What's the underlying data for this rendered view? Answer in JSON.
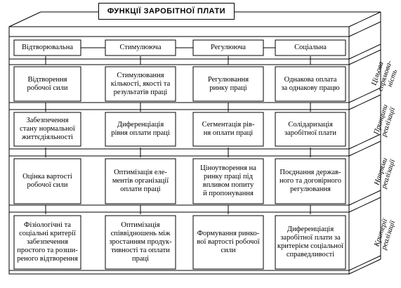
{
  "title": "ФУНКЦІЇ ЗАРОБІТНОЇ ПЛАТИ",
  "functions": [
    "Відтворювальна",
    "Стимулююча",
    "Регулююча",
    "Соціальна"
  ],
  "rows": [
    {
      "side_label": [
        "Цільова",
        "спрямова-",
        "ність"
      ],
      "cells": [
        [
          "Відтворення",
          "робочої сили"
        ],
        [
          "Стимулювання",
          "кількості, якості та",
          "результатів праці"
        ],
        [
          "Регулювання",
          "ринку праці"
        ],
        [
          "Однакова оплата",
          "за однакову працю"
        ]
      ]
    },
    {
      "side_label": [
        "Принципи",
        "реалізації"
      ],
      "cells": [
        [
          "Забезпечення",
          "стану нормальної",
          "життєдіяльності"
        ],
        [
          "Диференціація",
          "рівня оплати праці"
        ],
        [
          "Сегментація рів-",
          "ня оплати праці"
        ],
        [
          "Солідаризація",
          "заробітної плати"
        ]
      ]
    },
    {
      "side_label": [
        "Напрями",
        "реалізації"
      ],
      "cells": [
        [
          "Оцінка вартості",
          "робочої сили"
        ],
        [
          "Оптимізація еле-",
          "ментів організації",
          "оплати праці"
        ],
        [
          "Ціноутворення на",
          "ринку праці під",
          "впливом попиту",
          "й пропонування"
        ],
        [
          "Поєднання держав-",
          "ного та договірного",
          "регулювання"
        ]
      ]
    },
    {
      "side_label": [
        "Критерії",
        "реалізації"
      ],
      "cells": [
        [
          "Фізіологічні та",
          "соціальні критерії",
          "забезпечення",
          "простого та розши-",
          "реного відтворення"
        ],
        [
          "Оптимізація",
          "співвідношень між",
          "зростанням продук-",
          "тивності та оплати",
          "праці"
        ],
        [
          "Формування ринко-",
          "вої вартості робочої",
          "сили"
        ],
        [
          "Диференціація",
          "заробітної плати за",
          "критерієм соціальної",
          "справедливості"
        ]
      ]
    }
  ]
}
